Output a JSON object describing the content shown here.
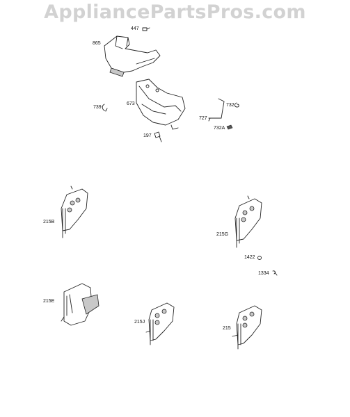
{
  "watermark": "AppliancePartsPros.com",
  "labels": {
    "p447": "447",
    "p865": "865",
    "p739": "739",
    "p673": "673",
    "p732": "732",
    "p727": "727",
    "p732A": "732A",
    "p197": "197",
    "p215B": "215B",
    "p215G": "215G",
    "p1422": "1422",
    "p1334": "1334",
    "p215E": "215E",
    "p215J": "215J",
    "p215": "215"
  }
}
